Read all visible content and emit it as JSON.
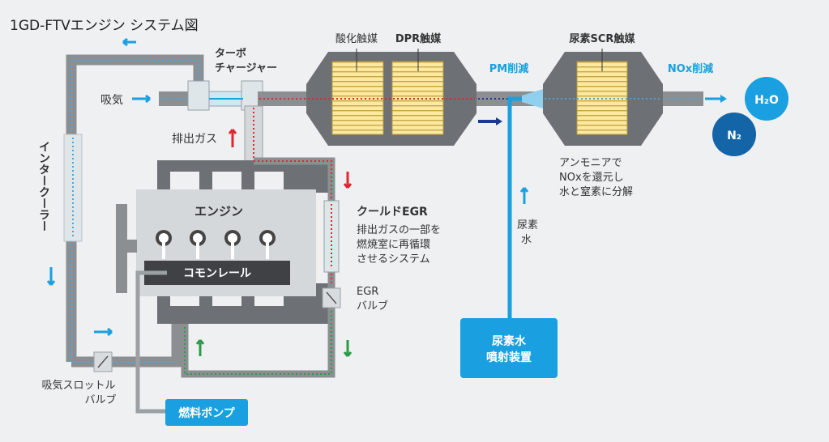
{
  "title": "1GD-FTVエンジン システム図",
  "turbo": {
    "line1": "ターボ",
    "line2": "チャージャー"
  },
  "intake_label": "吸気",
  "intercooler_label": "インタークーラー",
  "exhaust_gas_label": "排出ガス",
  "engine_label": "エンジン",
  "common_rail_label": "コモンレール",
  "fuel_pump_label": "燃料ポンプ",
  "throttle": {
    "line1": "吸気スロットル",
    "line2": "バルブ"
  },
  "egr": {
    "title": "クールドEGR",
    "desc_line1": "排出ガスの一部を",
    "desc_line2": "燃焼室に再循環",
    "desc_line3": "させるシステム",
    "valve_line1": "EGR",
    "valve_line2": "バルブ"
  },
  "catalysts": {
    "oxidation": "酸化触媒",
    "dpr": "DPR触媒",
    "scr": "尿素SCR触媒"
  },
  "pm_reduction": "PM削減",
  "nox_reduction": "NOx削減",
  "ammonia": {
    "line1": "アンモニアで",
    "line2": "NOxを還元し",
    "line3": "水と窒素に分解"
  },
  "urea_water": {
    "line1": "尿素",
    "line2": "水"
  },
  "urea_injector": {
    "line1": "尿素水",
    "line2": "噴射装置"
  },
  "molecules": {
    "h2o": "H₂O",
    "n2": "N₂"
  },
  "colors": {
    "background": "#eef0f1",
    "pipe": "#8c8f92",
    "dark_gray": "#5f6265",
    "accent_blue": "#1aa0e0",
    "exhaust_red": "#e0262f",
    "egr_green": "#2e9a48",
    "navy": "#1b3c8c"
  }
}
